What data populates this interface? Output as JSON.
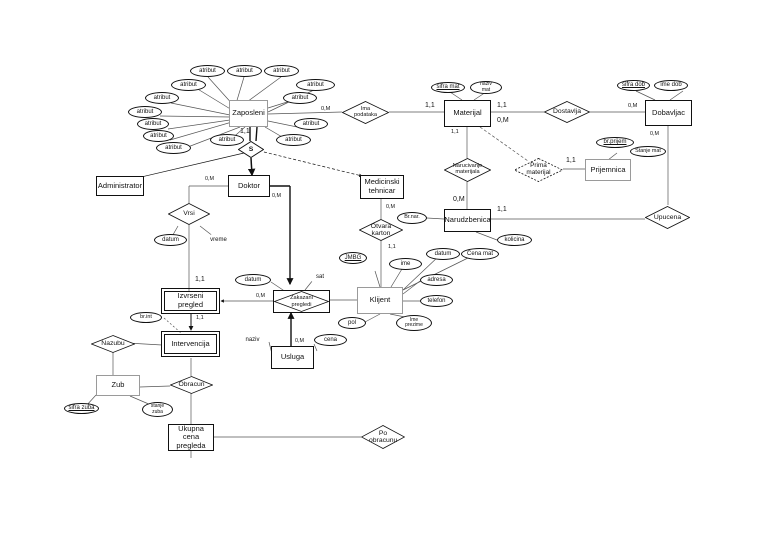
{
  "entities": {
    "zaposleni": "Zaposleni",
    "materijal": "Materijal",
    "dobavljac": "Dobavljac",
    "administrator": "Administrator",
    "doktor": "Doktor",
    "medicinski_tehnicar": "Medicinski tehnicar",
    "prijemnica": "Prijemnica",
    "narudzbenica": "Narudzbenica",
    "izvrseni_pregled": "Izvrseni pregled",
    "intervencija": "Intervencija",
    "klijent": "Klijent",
    "usluga": "Usluga",
    "zub": "Zub",
    "ukupna_cena_pregleda": "Ukupna cena pregleda"
  },
  "relationships": {
    "ima_podataka": "Ima podataka",
    "dostavlja": "Dostavlja",
    "narucivanje_materijala": "Narucivanje materijala",
    "prima_materijal": "Prima materijal",
    "s": "S",
    "upucena": "Upucena",
    "vrsi": "Vrsi",
    "otvara_karton": "Otvara karton",
    "zakazani_pregledi": "Zakazani pregledi",
    "nazubu": "Nazubu",
    "obracun": "Obracun",
    "po_obracunu": "Po obracunu"
  },
  "attributes": {
    "zaposleni_attrs": [
      "atribut",
      "atribut",
      "atribut",
      "atribut",
      "atribut",
      "atribut",
      "atribut",
      "atribut",
      "atribut",
      "atribut",
      "atribut",
      "atribut",
      "atribut",
      "atribut"
    ],
    "sifra_mat": "sifra mat",
    "naziv_mat": "naziv mat",
    "sifra_dob": "sifra dob",
    "ime_dob": "ime dob",
    "br_prijem": "br.prijem",
    "stanje_mat": "Stanje mat",
    "br_nar": "Br.nar.",
    "kolicina": "kolicina",
    "datum_vrsi": "datum",
    "vreme": "vreme",
    "datum_zak": "datum",
    "sat": "sat",
    "jmbg": "JMBG",
    "ime": "ime",
    "datum_klijent": "datum",
    "cena_mat": "Cena mat",
    "adresa": "adresa",
    "telefon": "telefon",
    "pol": "pol",
    "ime_prezime": "Ime prezime",
    "br_int": "br.int",
    "naziv": "naziv",
    "cena": "cena",
    "sifra_zuba": "sifra zuba",
    "stanje_zuba": "stanje zuba"
  },
  "cardinalities": {
    "zaposleni_ima": "0,M",
    "materijal_ima": "1,1",
    "materijal_dostavlja": "1,1",
    "materijal_dostavlja2": "0,M",
    "dobavljac": "0,M",
    "materijal_nar": "1,1",
    "prijemnica": "1,1",
    "zaposleni_s": "1,1",
    "doktor_top": "0,M",
    "doktor_bot": "0,M",
    "tehnicar": "0,M",
    "narudzbenica_top": "0,M",
    "narudzbenica_right": "1,1",
    "dobavljac_up": "0,M",
    "klijent": "1,1",
    "pregled": "1,1",
    "intervencija": "1,1",
    "zakazani_left": "0,M",
    "usluga": "0,M"
  }
}
